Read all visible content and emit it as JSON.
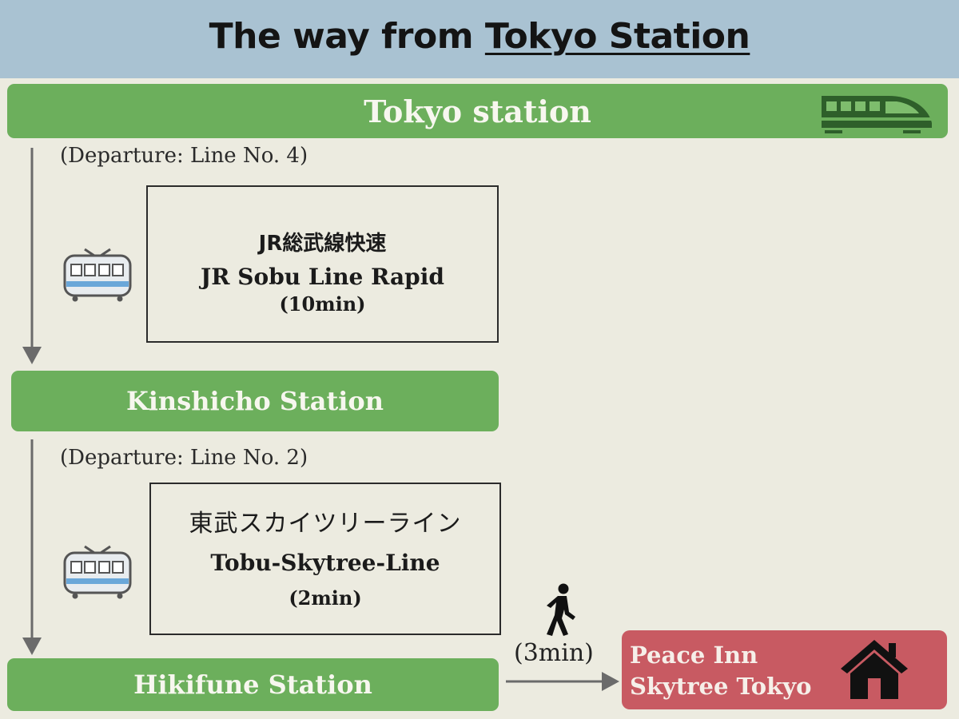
{
  "header": {
    "title_prefix": "The way from ",
    "title_underlined": "Tokyo Station",
    "bg_color": "#a9c2d2"
  },
  "stations": {
    "tokyo": "Tokyo station",
    "kinshicho": "Kinshicho Station",
    "hikifune": "Hikifune Station"
  },
  "legs": [
    {
      "departure": "(Departure: Line No. 4)",
      "line_jp": "JR総武線快速",
      "line_en": "JR Sobu Line Rapid",
      "duration": "(10min)"
    },
    {
      "departure": "(Departure: Line No. 2)",
      "line_jp": "東武スカイツリーライン",
      "line_en": "Tobu-Skytree-Line",
      "duration": "(2min)"
    }
  ],
  "walk": {
    "duration": "(3min)"
  },
  "destination": {
    "line1": "Peace Inn",
    "line2": "Skytree Tokyo"
  },
  "icons": [
    "shinkansen-icon",
    "train-icon",
    "pedestrian-icon",
    "house-icon"
  ],
  "colors": {
    "station_green": "#6caf5c",
    "destination_red": "#c85a62",
    "arrow_gray": "#6b6b6b"
  }
}
